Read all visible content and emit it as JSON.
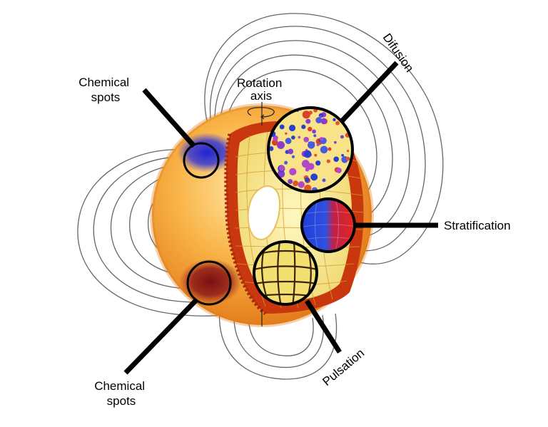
{
  "labels": {
    "chemical_spots_top": [
      "Chemical",
      "spots"
    ],
    "rotation_axis": [
      "Rotation",
      "axis"
    ],
    "diffusion": "Difusion",
    "stratification": "Stratification",
    "pulsation": "Pulsation",
    "chemical_spots_bottom": [
      "Chemical",
      "spots"
    ]
  },
  "colors": {
    "star_light": "#ffd27a",
    "star_mid": "#f7a534",
    "star_dark": "#e07b18",
    "shell_red": "#c9370f",
    "interior_yellow": "#f4e48a",
    "spot_blue": "#2a2bd8",
    "spot_red": "#8e1616",
    "field_line": "#666666",
    "pointer": "#000000"
  }
}
